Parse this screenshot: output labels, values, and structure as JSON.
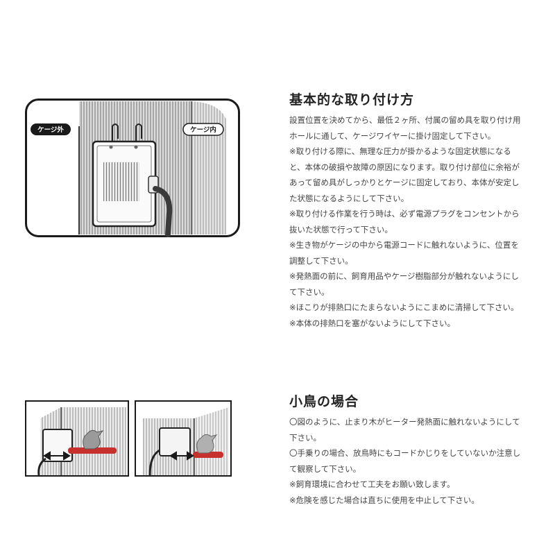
{
  "sections": [
    {
      "title": "基本的な取り付け方",
      "paragraphs": [
        "設置位置を決めてから、最低２ヶ所、付属の留め具を取り付け用ホールに通して、ケージワイヤーに掛け固定して下さい。",
        "※取り付ける際に、無理な圧力が掛かるような固定状態になると、本体の破損や故障の原因になります。取り付け部位に余裕があって留め具がしっかりとケージに固定しており、本体が安定した状態になるようにして下さい。",
        "※取り付ける作業を行う時は、必ず電源プラグをコンセントから抜いた状態で行って下さい。",
        "※生き物がケージの中から電源コードに触れないように、位置を調整して下さい。",
        "※発熱面の前に、飼育用品やケージ樹脂部分が触れないようにして下さい。",
        "※ほこりが排熱口にたまらないようにこまめに清掃して下さい。",
        "※本体の排熱口を塞がないようにして下さい。"
      ]
    },
    {
      "title": "小鳥の場合",
      "paragraphs": [
        "〇図のように、止まり木がヒーター発熱面に触れないようにして下さい。",
        "〇手乗りの場合、放鳥時にもコードかじりをしていないか注意して観察して下さい。",
        "※飼育環境に合わせて工夫をお願い致します。",
        "※危険を感じた場合は直ちに使用を中止して下さい。"
      ]
    }
  ],
  "figure": {
    "label_outside": "ケージ外",
    "label_inside": "ケージ内"
  },
  "colors": {
    "perch": "#c8302e",
    "heading": "#222222",
    "text": "#444444",
    "outline": "#1a1a1a"
  }
}
